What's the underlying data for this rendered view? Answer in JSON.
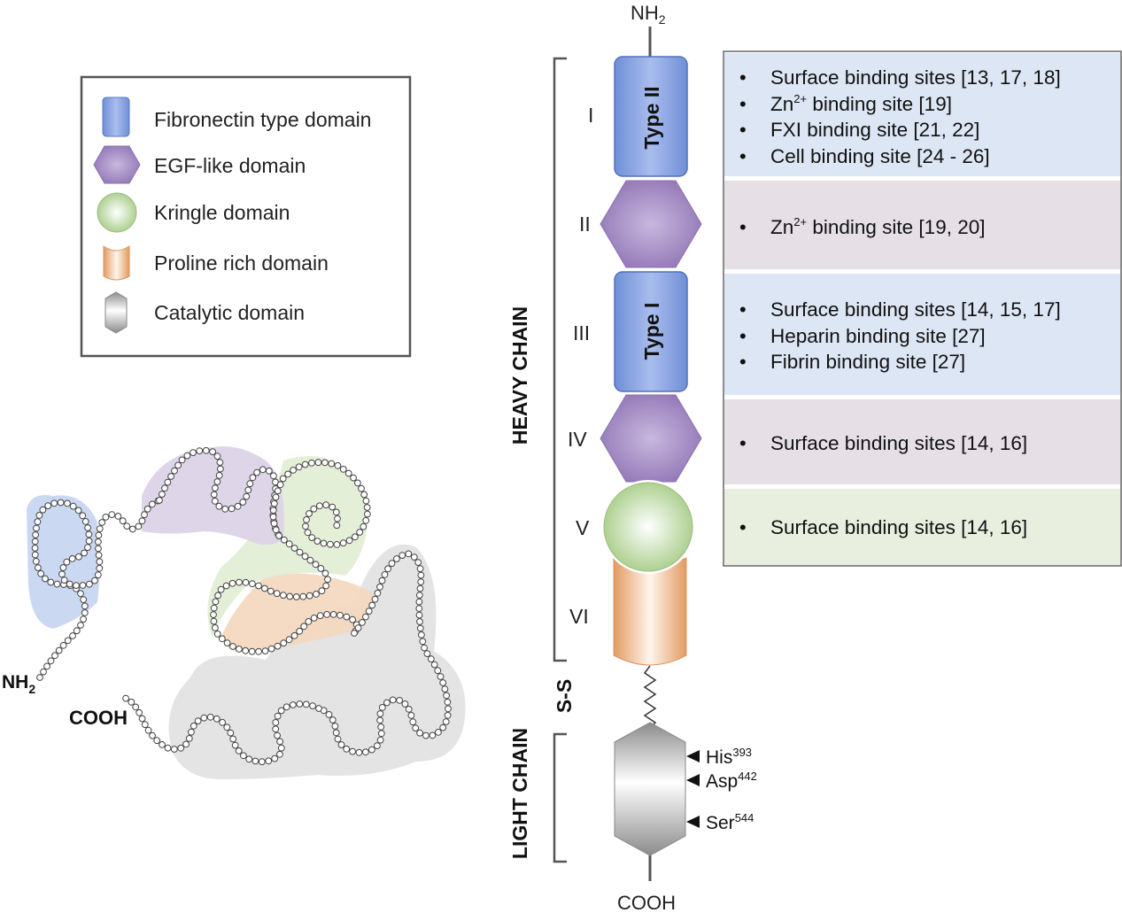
{
  "legend": {
    "items": [
      {
        "key": "fibronectin",
        "label": "Fibronectin type domain",
        "color": "#8fa9e0"
      },
      {
        "key": "egf",
        "label": "EGF-like domain",
        "color": "#a48dc0"
      },
      {
        "key": "kringle",
        "label": "Kringle domain",
        "color": "#c5dca8"
      },
      {
        "key": "proline",
        "label": "Proline rich domain",
        "color": "#eab488"
      },
      {
        "key": "catalytic",
        "label": "Catalytic domain",
        "color": "#9a9a9a"
      }
    ]
  },
  "structure": {
    "nh2_label": "NH",
    "nh2_sub": "2",
    "cooh_label": "COOH"
  },
  "chain": {
    "top_terminus": "NH",
    "top_terminus_sub": "2",
    "bottom_terminus": "COOH",
    "heavy_chain_label": "HEAVY CHAIN",
    "light_chain_label": "LIGHT CHAIN",
    "disulfide_label": "S-S",
    "domains": [
      {
        "roman": "I",
        "shape": "fibronectin",
        "text": "Type II"
      },
      {
        "roman": "II",
        "shape": "egf",
        "text": ""
      },
      {
        "roman": "III",
        "shape": "fibronectin",
        "text": "Type I"
      },
      {
        "roman": "IV",
        "shape": "egf",
        "text": ""
      },
      {
        "roman": "V",
        "shape": "kringle",
        "text": ""
      },
      {
        "roman": "VI",
        "shape": "proline",
        "text": ""
      }
    ],
    "residues": [
      {
        "name": "His",
        "number": "393"
      },
      {
        "name": "Asp",
        "number": "442"
      },
      {
        "name": "Ser",
        "number": "544"
      }
    ]
  },
  "info_panels": [
    {
      "color": "#dde6f4",
      "lines": [
        {
          "bullet": "•",
          "text": "Surface binding sites [13, 17, 18]"
        },
        {
          "bullet": "•",
          "text": "Zn",
          "sup": "2+",
          "rest": " binding site [19]"
        },
        {
          "bullet": "•",
          "text": "FXI binding  site  [21, 22]"
        },
        {
          "bullet": "•",
          "text": "Cell binding  site [24 - 26]"
        }
      ]
    },
    {
      "color": "#e6dfe6",
      "lines": [
        {
          "bullet": "•",
          "text": "Zn",
          "sup": "2+",
          "rest": " binding  site [19, 20]"
        }
      ]
    },
    {
      "color": "#dde6f4",
      "lines": [
        {
          "bullet": "•",
          "text": "Surface binding  sites [14, 15, 17]"
        },
        {
          "bullet": "•",
          "text": "Heparin binding site [27]"
        },
        {
          "bullet": "•",
          "text": "Fibrin binding  site [27]"
        }
      ]
    },
    {
      "color": "#e6dfe6",
      "lines": [
        {
          "bullet": "•",
          "text": "Surface binding  sites [14, 16]"
        }
      ]
    },
    {
      "color": "#e8efdf",
      "lines": [
        {
          "bullet": "•",
          "text": "Surface binding  sites [14, 16]"
        }
      ]
    }
  ]
}
